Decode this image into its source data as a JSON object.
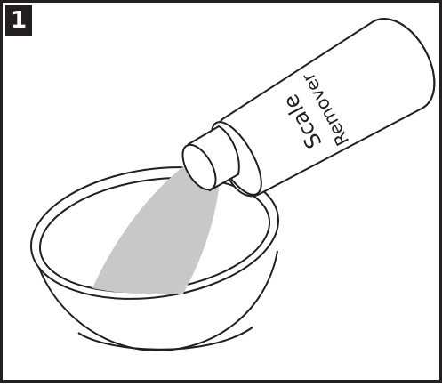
{
  "step": {
    "number": "1"
  },
  "bottle": {
    "label_line1": "Scale",
    "label_line2": "Remover"
  },
  "colors": {
    "outline": "#231f20",
    "powder": "#c8c8c8",
    "background": "#ffffff"
  }
}
